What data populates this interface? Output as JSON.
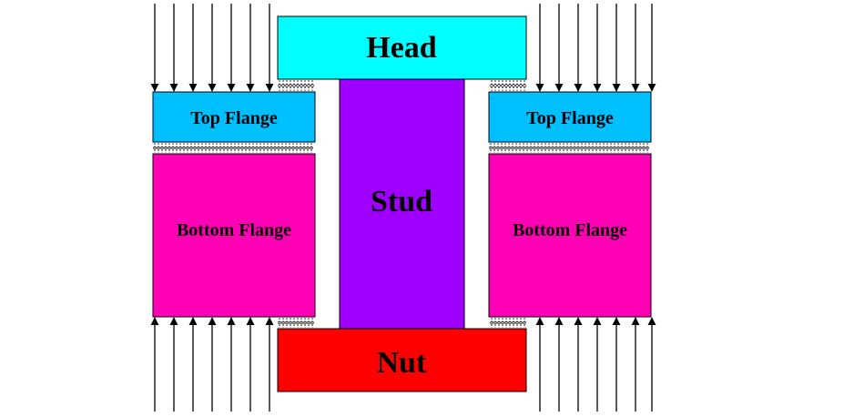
{
  "labels": {
    "head": "Head",
    "stud": "Stud",
    "nut": "Nut",
    "top_flange_left": "Top Flange",
    "top_flange_right": "Top Flange",
    "bottom_flange_left": "Bottom Flange",
    "bottom_flange_right": "Bottom Flange"
  },
  "colors": {
    "head": "#00ffff",
    "stud": "#a000ff",
    "nut": "#ff0000",
    "top_flange": "#00bfff",
    "bottom_flange": "#ff00b4",
    "arrows": "#000000",
    "contact_springs": "#000000"
  },
  "loads": {
    "top_arrows": "downward",
    "bottom_arrows": "upward"
  }
}
